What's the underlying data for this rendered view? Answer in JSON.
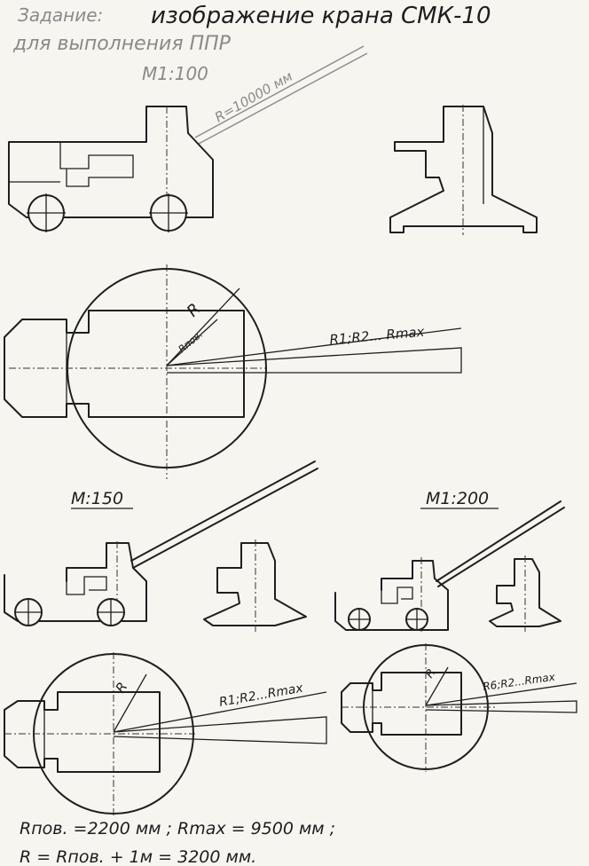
{
  "header": {
    "prefix_label": "Задание:",
    "title": "изображение крана СМК-10",
    "subtitle": "для выполнения ППР",
    "scale_main": "М1:100"
  },
  "figures": {
    "boom_radius_label": "R=10000 мм",
    "radius_short": "R",
    "radius_pov": "Rпов.",
    "radii_series_top": "R1;R2... Rmax",
    "scale_left": "М:150",
    "scale_right": "М1:200",
    "radii_series_left": "R1;R2...Rmax",
    "radii_series_right": "R6;R2...Rmax"
  },
  "footer": {
    "line1": "Rпов. =2200 мм ; Rmax = 9500 мм ;",
    "line2": "R    = Rпов. + 1м  = 3200 мм."
  }
}
